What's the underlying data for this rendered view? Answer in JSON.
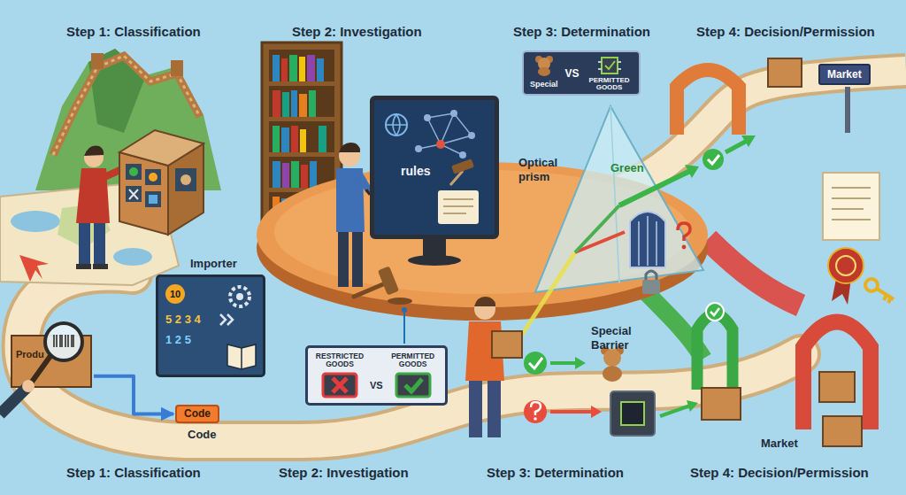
{
  "diagram": {
    "nodes": [
      {
        "text": [
          "Special",
          "VS",
          "PERMITTED GOODS"
        ]
      },
      {
        "text": [
          "Market"
        ]
      },
      {
        "text": [
          "rules"
        ]
      },
      {
        "text": [
          "10",
          "5 2 3 4",
          "1 2 5"
        ]
      },
      {
        "text": [
          "Produ"
        ]
      },
      {
        "text": [
          "RESTRICTED GOODS",
          "VS",
          "PERMITTED GOODS"
        ]
      },
      {
        "text": [
          "Code"
        ]
      }
    ],
    "edges": [
      {
        "from": 4,
        "to": 6,
        "arrow": "to"
      }
    ],
    "labels": [
      "Step 1: Classification",
      "Step 2: Investigation",
      "Step 3: Determination",
      "Step 4: Decision/Permission",
      "Importer",
      "Optical prism",
      "Green",
      "Special Barrier",
      "Code",
      "Market",
      "Step 1: Classification",
      "Step 2: Investigation",
      "Step 3: Determination",
      "Step 4: Decision/Permission"
    ]
  }
}
